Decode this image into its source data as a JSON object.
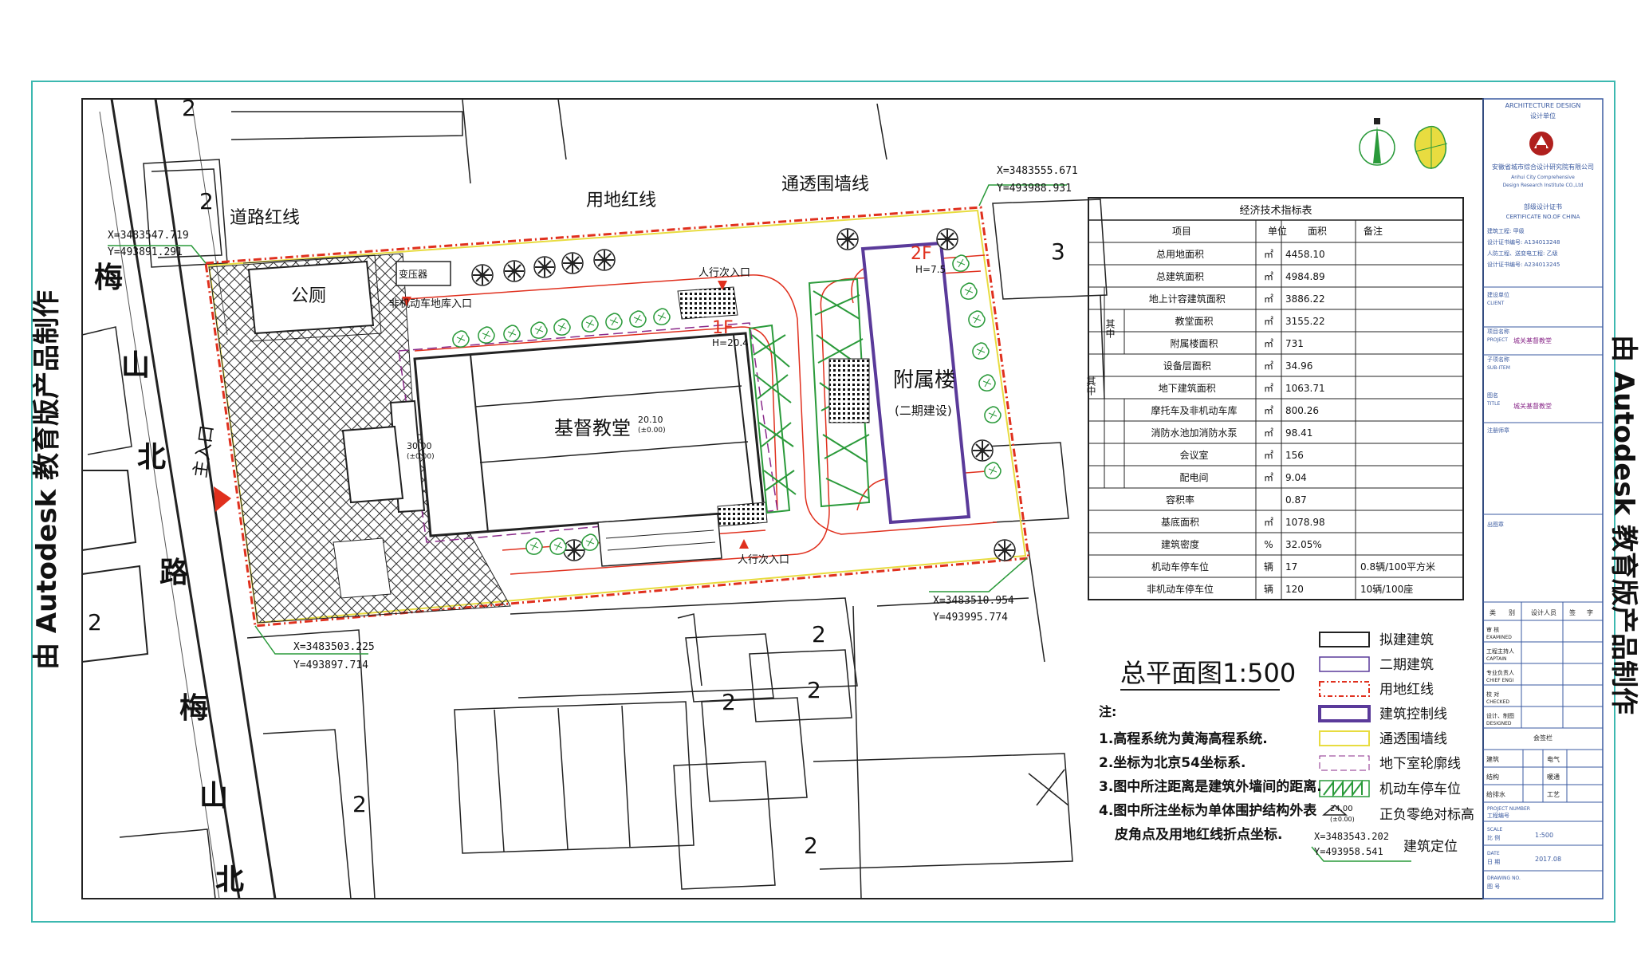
{
  "road": {
    "name_top_chars": [
      "梅",
      "山",
      "北",
      "路"
    ],
    "name_bottom_chars": [
      "梅",
      "山",
      "北"
    ],
    "main_entrance": "主入口",
    "red_line_label": "道路红线"
  },
  "site": {
    "boundary_label": "用地红线",
    "fence_label": "通透围墙线",
    "pedestrian_entry_top": "人行次入口",
    "pedestrian_entry_bottom": "人行次入口",
    "bike_garage_entry": "非机动车地库入口",
    "toilet": "公厕",
    "transformer": "变压器",
    "church_name": "基督教堂",
    "church_floor": "1F",
    "church_height": "H=20.4",
    "church_elev": "20.10",
    "church_elev_sub": "(±0.00)",
    "porch_elev": "30.00",
    "porch_elev_sub": "(±0.00)",
    "annex_name": "附属楼",
    "annex_note": "(二期建设)",
    "annex_floor": "2F",
    "annex_height": "H=7.5"
  },
  "lot_numbers": [
    "2",
    "2",
    "2",
    "2",
    "2",
    "2",
    "2",
    "3",
    "2"
  ],
  "coords": {
    "c1x": "X=3483547.719",
    "c1y": "Y=493891.291",
    "c2x": "X=3483555.671",
    "c2y": "Y=493988.931",
    "c3x": "X=3483510.954",
    "c3y": "Y=493995.774",
    "c4x": "X=3483503.225",
    "c4y": "Y=493897.714",
    "c5x": "X=3483543.202",
    "c5y": "Y=493958.541"
  },
  "table": {
    "title": "经济技术指标表",
    "headers": [
      "项目",
      "单位",
      "面积",
      "备注"
    ],
    "group_main": "其中",
    "group_sub": "其中",
    "rows": [
      {
        "item": "总用地面积",
        "unit": "㎡",
        "value": "4458.10",
        "note": ""
      },
      {
        "item": "总建筑面积",
        "unit": "㎡",
        "value": "4984.89",
        "note": ""
      },
      {
        "item": "地上计容建筑面积",
        "unit": "㎡",
        "value": "3886.22",
        "note": ""
      },
      {
        "item": "教堂面积",
        "unit": "㎡",
        "value": "3155.22",
        "note": ""
      },
      {
        "item": "附属楼面积",
        "unit": "㎡",
        "value": "731",
        "note": ""
      },
      {
        "item": "设备层面积",
        "unit": "㎡",
        "value": "34.96",
        "note": ""
      },
      {
        "item": "地下建筑面积",
        "unit": "㎡",
        "value": "1063.71",
        "note": ""
      },
      {
        "item": "摩托车及非机动车库",
        "unit": "㎡",
        "value": "800.26",
        "note": ""
      },
      {
        "item": "消防水池加消防水泵",
        "unit": "㎡",
        "value": "98.41",
        "note": ""
      },
      {
        "item": "会议室",
        "unit": "㎡",
        "value": "156",
        "note": ""
      },
      {
        "item": "配电间",
        "unit": "㎡",
        "value": "9.04",
        "note": ""
      },
      {
        "item": "容积率",
        "unit": "",
        "value": "0.87",
        "note": ""
      },
      {
        "item": "基底面积",
        "unit": "㎡",
        "value": "1078.98",
        "note": ""
      },
      {
        "item": "建筑密度",
        "unit": "%",
        "value": "32.05%",
        "note": ""
      },
      {
        "item": "机动车停车位",
        "unit": "辆",
        "value": "17",
        "note": "0.8辆/100平方米"
      },
      {
        "item": "非机动车停车位",
        "unit": "辆",
        "value": "120",
        "note": "10辆/100座"
      }
    ]
  },
  "plan_title": "总平面图1:500",
  "notes": {
    "head": "注:",
    "items": [
      "1.高程系统为黄海高程系统.",
      "2.坐标为北京54坐标系.",
      "3.图中所注距离是建筑外墙间的距离.",
      "4.图中所注坐标为单体围护结构外表",
      "皮角点及用地红线折点坐标."
    ]
  },
  "legend": [
    {
      "label": "拟建建筑"
    },
    {
      "label": "二期建筑"
    },
    {
      "label": "用地红线"
    },
    {
      "label": "建筑控制线"
    },
    {
      "label": "通透围墙线"
    },
    {
      "label": "地下室轮廓线"
    },
    {
      "label": "机动车停车位"
    },
    {
      "label": "正负零绝对标高"
    }
  ],
  "legend_elev": "24.00",
  "legend_elev_sub": "(±0.00)",
  "legend_position": "建筑定位",
  "watermark": "由 Autodesk 教育版产品制作",
  "titleblock": {
    "design_unit_en": "ARCHITECTURE DESIGN",
    "design_unit": "设计单位",
    "institute_cn": "安徽省城市综合设计研究院有限公司",
    "institute_en1": "Anhui City Comprehensive",
    "institute_en2": "Design Research Institute CO.,Ltd",
    "cert_cn": "部级设计证书",
    "cert_en": "CERTIFICATE NO.OF CHINA",
    "cert_line1": "建筑工程: 甲级",
    "cert_line2": "设计证书编号: A134013248",
    "cert_line3": "人防工程、送变电工程: 乙级",
    "cert_line4": "设计证书编号: A234013245",
    "client_cn": "建设单位",
    "client_en": "CLIENT",
    "project_cn": "项目名称",
    "project_en": "PROJECT",
    "project_value": "城关基督教堂",
    "subitem_cn": "子项名称",
    "subitem_en": "SUB-ITEM",
    "drawing_cn": "图名",
    "drawing_en": "TITLE",
    "drawing_value": "城关基督教堂",
    "reg_stamp": "注册师章",
    "issue_stamp": "出图章",
    "sig_cols": [
      "类",
      "别",
      "设计人员",
      "签",
      "字"
    ],
    "sig_rows": [
      {
        "cn": "审 核",
        "en": "EXAMINED"
      },
      {
        "cn": "工程主持人",
        "en": "CAPTAIN"
      },
      {
        "cn": "专业负责人",
        "en": "CHIEF ENGI"
      },
      {
        "cn": "校 对",
        "en": "CHECKED"
      },
      {
        "cn": "设计、制图",
        "en": "DESIGNED"
      }
    ],
    "countersign": "会签栏",
    "cs_rows": [
      [
        "建筑",
        "电气"
      ],
      [
        "结构",
        "暖通"
      ],
      [
        "给排水",
        "工艺"
      ]
    ],
    "project_number_en": "PROJECT NUMBER",
    "project_number_cn": "工程编号",
    "scale_en": "SCALE",
    "scale_cn": "比 例",
    "scale_value": "1:500",
    "date_en": "DATE",
    "date_cn": "日 期",
    "date_value": "2017.08",
    "drawing_no_en": "DRAWING NO.",
    "drawing_no_cn": "图 号"
  },
  "colors": {
    "frame": "#3cb8b0",
    "red": "#e0301e",
    "purple": "#5a3a9a",
    "yellow": "#e8dc40",
    "green": "#2a9a3a",
    "titleblock_blue": "#3a5aa0",
    "logo_red": "#b0201e",
    "magenta": "#8a2a8a"
  }
}
